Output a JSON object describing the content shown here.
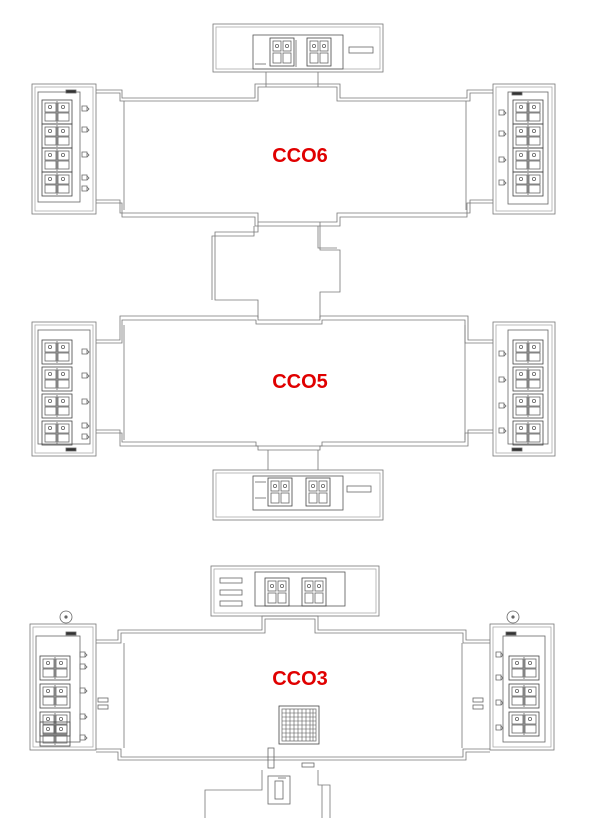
{
  "labels": {
    "cco6": "CCO6",
    "cco5": "CCO5",
    "cco3": "CCO3"
  },
  "colors": {
    "label": "#e00000",
    "line": "#555555",
    "light_line": "#999999",
    "background": "#ffffff"
  }
}
